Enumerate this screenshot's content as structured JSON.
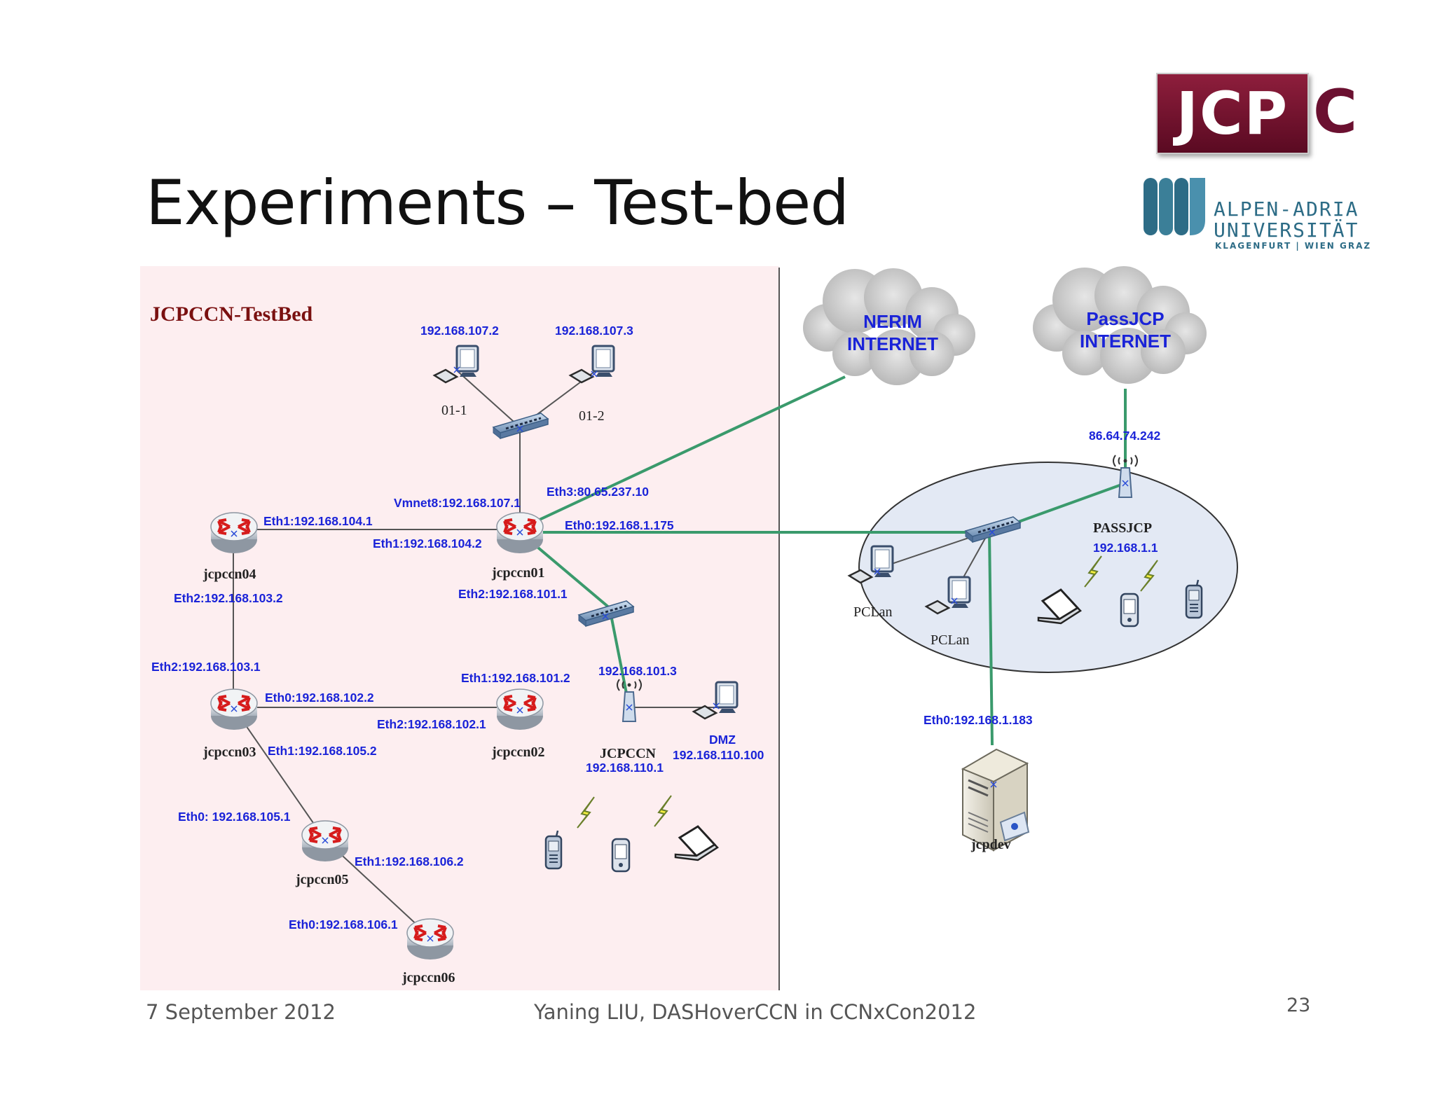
{
  "slide": {
    "title": "Experiments – Test-bed",
    "footer_date": "7 September 2012",
    "footer_center": "Yaning LIU, DASHoverCCN in CCNxCon2012",
    "page_number": "23"
  },
  "logos": {
    "jcp_box": "JCP",
    "jcp_c": "C",
    "aau_line1": "ALPEN-ADRIA",
    "aau_line2": "UNIVERSITÄT",
    "aau_line3": "KLAGENFURT | WIEN GRAZ"
  },
  "diagram": {
    "testbed_title": "JCPCCN-TestBed",
    "clouds": {
      "nerim_1": "NERIM",
      "nerim_2": "INTERNET",
      "pass_1": "PassJCP",
      "pass_2": "INTERNET"
    },
    "nodes": {
      "pc_01_1": "01-1",
      "pc_01_2": "01-2",
      "jcpccn01": "jcpccn01",
      "jcpccn02": "jcpccn02",
      "jcpccn03": "jcpccn03",
      "jcpccn04": "jcpccn04",
      "jcpccn05": "jcpccn05",
      "jcpccn06": "jcpccn06",
      "jcpccn_ap": "JCPCCN",
      "dmz": "DMZ",
      "passjcp": "PASSJCP",
      "pclan_1": "PCLan",
      "pclan_2": "PCLan",
      "jcpdev": "jcpdev"
    },
    "ips": {
      "ip_107_2": "192.168.107.2",
      "ip_107_3": "192.168.107.3",
      "vmnet8": "Vmnet8:192.168.107.1",
      "eth3_01": "Eth3:80.65.237.10",
      "eth0_01": "Eth0:192.168.1.175",
      "eth1_01": "Eth1:192.168.104.2",
      "eth2_01": "Eth2:192.168.101.1",
      "eth1_04": "Eth1:192.168.104.1",
      "eth2_04": "Eth2:192.168.103.2",
      "eth2_03": "Eth2:192.168.103.1",
      "eth0_03": "Eth0:192.168.102.2",
      "eth1_03": "Eth1:192.168.105.2",
      "eth1_02": "Eth1:192.168.101.2",
      "eth2_02": "Eth2:192.168.102.1",
      "ip_101_3": "192.168.101.3",
      "ip_110_1": "192.168.110.1",
      "ip_110_100": "192.168.110.100",
      "eth0_05": "Eth0: 192.168.105.1",
      "eth1_05": "Eth1:192.168.106.2",
      "eth0_06": "Eth0:192.168.106.1",
      "ip_passjcp_wan": "86.64.74.242",
      "ip_passjcp_lan": "192.168.1.1",
      "eth0_dev": "Eth0:192.168.1.183"
    }
  },
  "colors": {
    "testbed_bg": "#fdeef0",
    "green_link": "#3a9a6c",
    "ip_text": "#1a23d8",
    "lan_ellipse": "#e3e9f4",
    "logo_red": "#7a1431",
    "aau_blue": "#2d6c86"
  }
}
